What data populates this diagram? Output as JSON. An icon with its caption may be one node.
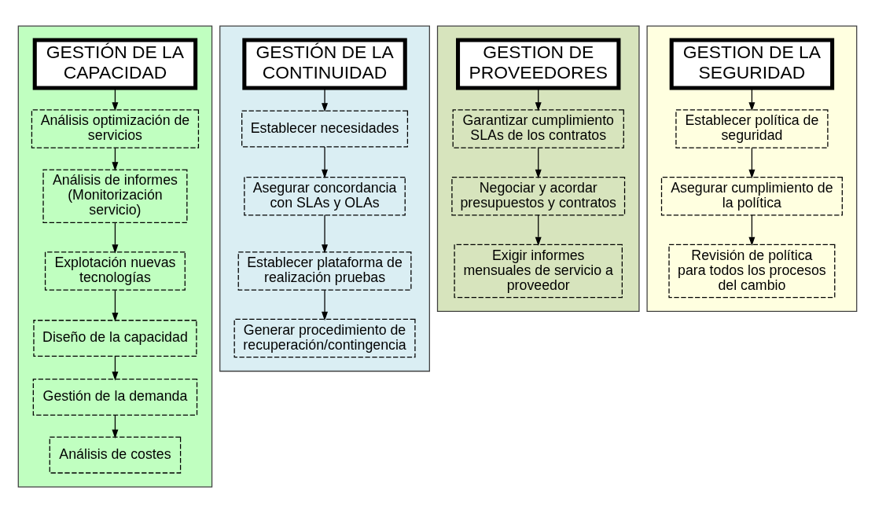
{
  "diagram": {
    "nodes": [
      {
        "text": [],
        "shape": "box"
      },
      {
        "text": [
          "GESTIÓN DE LA CAPACIDAD"
        ],
        "in": 0
      },
      {
        "text": [
          "Análisis optimización de servicios"
        ],
        "in": 0
      },
      {
        "text": [
          "Análisis de informes (Monitorización servicio)"
        ],
        "in": 0
      },
      {
        "text": [
          "Explotación nuevas tecnologías"
        ],
        "in": 0
      },
      {
        "text": [
          "Diseño de la capacidad"
        ],
        "in": 0
      },
      {
        "text": [
          "Gestión de la demanda"
        ],
        "in": 0
      },
      {
        "text": [
          "Análisis de costes"
        ],
        "in": 0
      },
      {
        "text": [],
        "shape": "box"
      },
      {
        "text": [
          "GESTIÓN DE LA CONTINUIDAD"
        ],
        "in": 8
      },
      {
        "text": [
          "Establecer necesidades"
        ],
        "in": 8
      },
      {
        "text": [
          "Asegurar concordancia con SLAs y OLAs"
        ],
        "in": 8
      },
      {
        "text": [
          "Establecer plataforma de realización pruebas"
        ],
        "in": 8
      },
      {
        "text": [
          "Generar procedimiento de recuperación/contingencia"
        ],
        "in": 8
      },
      {
        "text": [],
        "shape": "box"
      },
      {
        "text": [
          "GESTION DE PROVEEDORES"
        ],
        "in": 14
      },
      {
        "text": [
          "Garantizar cumplimiento SLAs de los contratos"
        ],
        "in": 14
      },
      {
        "text": [
          "Negociar y acordar presupuestos y contratos"
        ],
        "in": 14
      },
      {
        "text": [
          "Exigir informes mensuales de servicio a proveedor"
        ],
        "in": 14
      },
      {
        "text": [],
        "shape": "box"
      },
      {
        "text": [
          "GESTION DE LA SEGURIDAD"
        ],
        "in": 19
      },
      {
        "text": [
          "Establecer política de seguridad"
        ],
        "in": 19
      },
      {
        "text": [
          "Asegurar cumplimiento de la política"
        ],
        "in": 19
      },
      {
        "text": [
          "Revisión de política para todos los procesos del cambio"
        ],
        "in": 19
      }
    ],
    "edges": [
      {
        "from": 1,
        "to": 2,
        "arrow": "to"
      },
      {
        "from": 2,
        "to": 3,
        "arrow": "to"
      },
      {
        "from": 3,
        "to": 4,
        "arrow": "to"
      },
      {
        "from": 4,
        "to": 5,
        "arrow": "to"
      },
      {
        "from": 5,
        "to": 6,
        "arrow": "to"
      },
      {
        "from": 6,
        "to": 7,
        "arrow": "to"
      },
      {
        "from": 9,
        "to": 10,
        "arrow": "to"
      },
      {
        "from": 10,
        "to": 11,
        "arrow": "to"
      },
      {
        "from": 11,
        "to": 12,
        "arrow": "to"
      },
      {
        "from": 12,
        "to": 13,
        "arrow": "to"
      },
      {
        "from": 15,
        "to": 16,
        "arrow": "to"
      },
      {
        "from": 16,
        "to": 17,
        "arrow": "to"
      },
      {
        "from": 17,
        "to": 18,
        "arrow": "to"
      },
      {
        "from": 20,
        "to": 21,
        "arrow": "to"
      },
      {
        "from": 21,
        "to": 22,
        "arrow": "to"
      },
      {
        "from": 22,
        "to": 23,
        "arrow": "to"
      }
    ]
  }
}
